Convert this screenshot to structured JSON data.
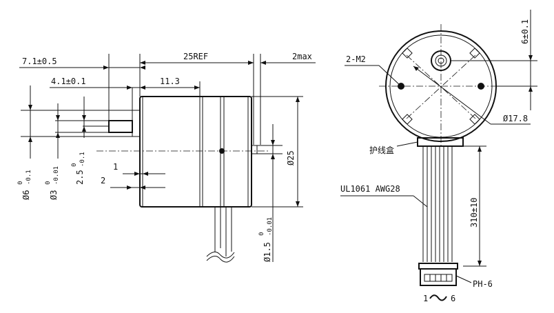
{
  "dimensions": {
    "shaft_length": "7.1±0.5",
    "flange_offset": "4.1±0.1",
    "body_length": "25REF",
    "body_partial": "11.3",
    "rear_max": "2max",
    "ring_1": "1",
    "ring_2": "2",
    "shaft_dia_main": "Ø6",
    "shaft_dia_main_tol_upper": "0",
    "shaft_dia_main_tol_lower": "-0.1",
    "shaft_dia_inner": "Ø3",
    "shaft_dia_inner_tol_upper": "0",
    "shaft_dia_inner_tol_lower": "-0.01",
    "flat_dim": "2.5",
    "flat_tol_upper": "0",
    "flat_tol_lower": "-0.1",
    "body_dia": "Ø25",
    "rear_shaft_dia": "Ø1.5",
    "rear_shaft_tol_upper": "0",
    "rear_shaft_tol_lower": "-0.01",
    "top_dim": "6±0.1",
    "screw_holes": "2-M2",
    "pcd": "Ø17.8",
    "cable_box": "护线盒",
    "wire": "UL1061 AWG28",
    "lead_length": "310±10",
    "connector": "PH-6",
    "pin_start": "1",
    "pin_end": "6"
  }
}
